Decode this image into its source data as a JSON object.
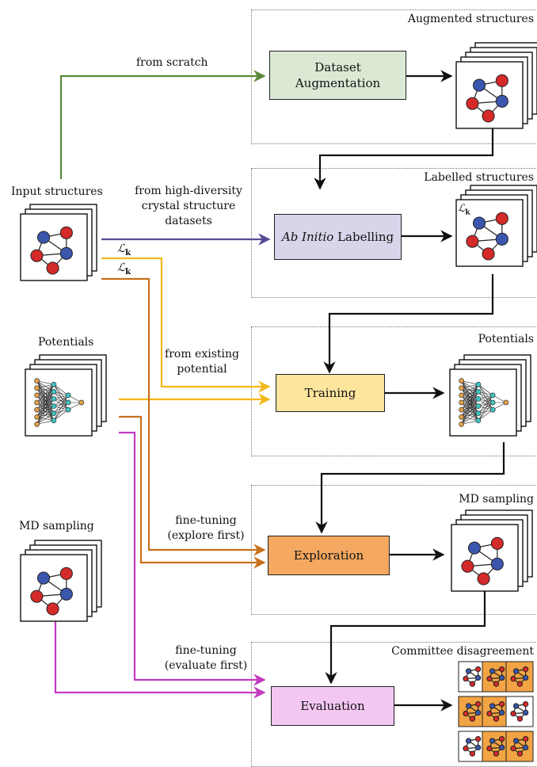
{
  "panels": [
    {
      "title": "Augmented structures",
      "box": "Dataset Augmentation"
    },
    {
      "title": "Labelled structures",
      "box_italic": "Ab Initio",
      "box_rest": " Labelling"
    },
    {
      "title": "Potentials",
      "box": "Training"
    },
    {
      "title": "MD sampling",
      "box": "Exploration"
    },
    {
      "title": "Committee disagreement",
      "box": "Evaluation"
    }
  ],
  "inputs": {
    "structures": "Input structures",
    "potentials": "Potentials",
    "md": "MD sampling"
  },
  "edge_labels": {
    "scratch": "from scratch",
    "diversity": [
      "from high-diversity",
      "crystal structure",
      "datasets"
    ],
    "existing": [
      "from existing",
      "potential"
    ],
    "explore": [
      "fine-tuning",
      "(explore first)"
    ],
    "evaluate": [
      "fine-tuning",
      "(evaluate first)"
    ]
  },
  "loss_symbol": "ℒ",
  "loss_subscript": "k",
  "colors": {
    "scratch": "#5a8a3a",
    "diversity": "#5a4a96",
    "existing": "#f2b81a",
    "explore": "#c8701e",
    "evaluate": "#c13ac1",
    "augment_fill": "#dbe9d4",
    "label_fill": "#d8d4ea",
    "train_fill": "#fde59e",
    "explore_fill": "#f4a860",
    "eval_fill": "#f4c6f2",
    "atom_red": "#d42a2a",
    "atom_blue": "#3a56ad",
    "nn_orange": "#e0a04a",
    "nn_cyan": "#3fc4c4",
    "disagree_orange": "#f2a444"
  }
}
